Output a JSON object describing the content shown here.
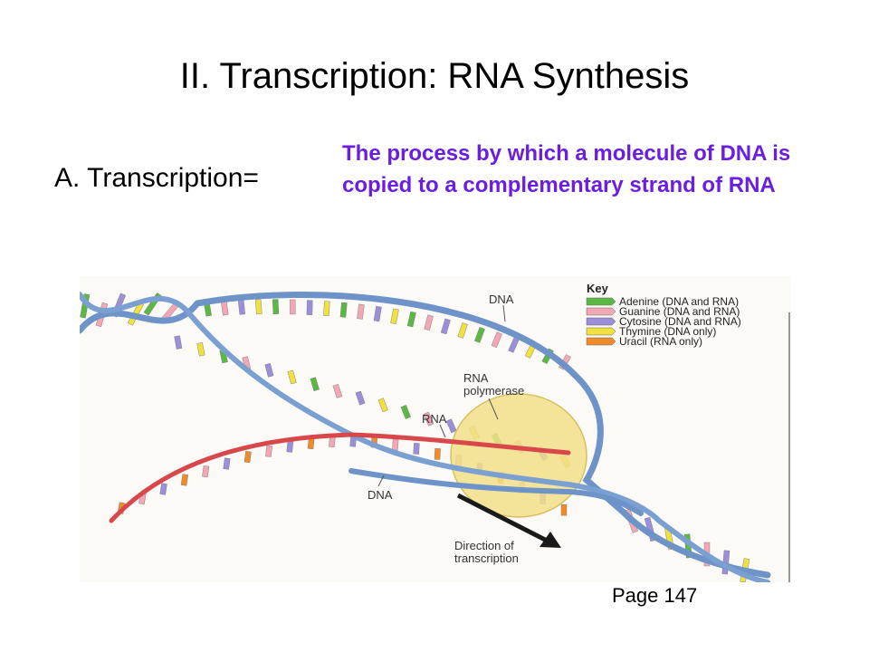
{
  "slide": {
    "title": "II.  Transcription: RNA Synthesis",
    "term": "A.  Transcription=",
    "definition": "The process by which a molecule of DNA is copied to a complementary strand of RNA",
    "page_ref": "Page  147"
  },
  "figure": {
    "labels": {
      "dna_top": "DNA",
      "rna_polymerase_line1": "RNA",
      "rna_polymerase_line2": "polymerase",
      "rna": "RNA",
      "dna_bottom": "DNA",
      "direction_line1": "Direction of",
      "direction_line2": "transcription"
    },
    "key": {
      "title": "Key",
      "items": [
        {
          "label": "Adenine (DNA and RNA)",
          "color": "#5cb845"
        },
        {
          "label": "Guanine (DNA and RNA)",
          "color": "#f2a7b5"
        },
        {
          "label": "Cytosine (DNA and RNA)",
          "color": "#9a8fd8"
        },
        {
          "label": "Thymine (DNA only)",
          "color": "#f0e040"
        },
        {
          "label": "Uracil (RNA only)",
          "color": "#f08a2a"
        }
      ]
    },
    "colors": {
      "dna_backbone": "#6e93c8",
      "rna_backbone": "#d8474a",
      "polymerase": "#f2df8a"
    }
  }
}
